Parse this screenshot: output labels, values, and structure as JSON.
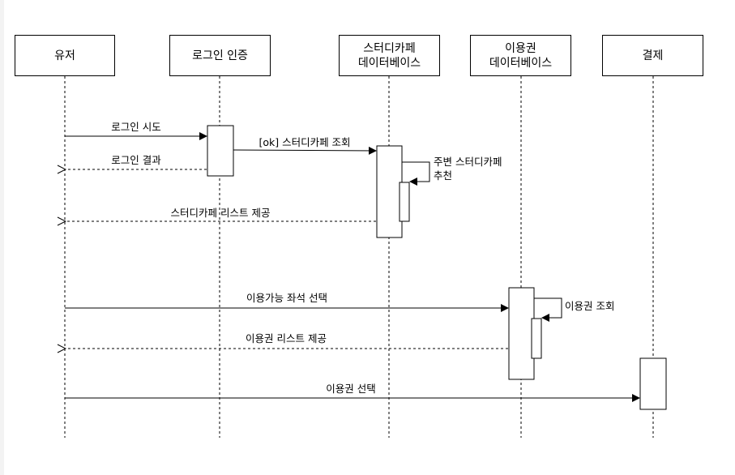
{
  "participants": [
    {
      "id": "user",
      "label": "유저"
    },
    {
      "id": "login",
      "label": "로그인 인증"
    },
    {
      "id": "cafe_db",
      "label": "스터디카페\n데이터베이스"
    },
    {
      "id": "ticket_db",
      "label": "이용권\n데이터베이스"
    },
    {
      "id": "payment",
      "label": "결제"
    }
  ],
  "messages": [
    {
      "id": "login_try",
      "label": "로그인 시도",
      "type": "sync"
    },
    {
      "id": "cafe_lookup",
      "label": "[ok] 스터디카페 조회",
      "type": "sync"
    },
    {
      "id": "login_result",
      "label": "로그인 결과",
      "type": "return"
    },
    {
      "id": "cafe_recommend",
      "label": "주변 스터디카페\n추천",
      "type": "self"
    },
    {
      "id": "cafe_list",
      "label": "스터디카페 리스트 제공",
      "type": "return"
    },
    {
      "id": "seat_select",
      "label": "이용가능 좌석 선택",
      "type": "sync"
    },
    {
      "id": "ticket_lookup",
      "label": "이용권 조회",
      "type": "self"
    },
    {
      "id": "ticket_list",
      "label": "이용권 리스트 제공",
      "type": "return"
    },
    {
      "id": "ticket_select",
      "label": "이용권 선택",
      "type": "sync"
    }
  ]
}
